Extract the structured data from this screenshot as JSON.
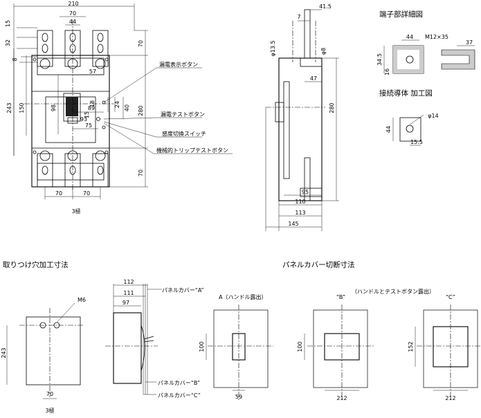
{
  "top_front": {
    "dims": {
      "w210": "210",
      "w70": "70",
      "w44": "44",
      "v15": "15",
      "v32": "32",
      "v8": "8",
      "v70a": "70",
      "w57": "57",
      "w89": "89",
      "v243": "243",
      "v150": "150",
      "v98": "98",
      "v24": "24",
      "v40": "40",
      "v18": "18",
      "w15": "15",
      "w93": "93",
      "w75": "75",
      "v280": "280",
      "v70b": "70",
      "b70a": "70",
      "b70b": "70"
    },
    "caption": "3極"
  },
  "callouts": {
    "leak_indicator": "漏電表示ボタン",
    "leak_test": "漏電テストボタン",
    "sens_switch": "感度切換スイッチ",
    "trip_test": "機械的トリップテストボタン"
  },
  "top_side": {
    "dims": {
      "v7": "7",
      "v41_5": "41.5",
      "phi13_5": "φ13.5",
      "phi8": "φ8",
      "w47": "47",
      "v280": "280",
      "w95": "95",
      "w110": "110",
      "w113": "113",
      "w145": "145"
    }
  },
  "terminal_detail": {
    "title": "端子部詳細図",
    "dims": {
      "w44": "44",
      "m12": "M12×35",
      "w37": "37",
      "v34_5": "34.5",
      "v16": "16"
    }
  },
  "conductor": {
    "title": "接続導体 加工図",
    "dims": {
      "phi14": "φ14",
      "v44": "44",
      "w15_5": "15.5"
    }
  },
  "mount": {
    "title": "取りつけ穴加工寸法",
    "dims": {
      "m6": "M6",
      "v243": "243",
      "w70": "70"
    },
    "caption": "3極"
  },
  "panel_cover": {
    "title": "パネルカバー切断寸法",
    "side_dims": {
      "w112": "112",
      "w111": "111",
      "w97": "97"
    },
    "labels": {
      "a": "パネルカバー“A”",
      "b": "パネルカバー“B”",
      "c": "パネルカバー“C”"
    },
    "a_view": {
      "label": "A（ハンドル露出）",
      "h": "100",
      "w": "59"
    },
    "b_view": {
      "label": "“B”",
      "note": "（ハンドルとテストボタン露出）",
      "h": "100",
      "w": "212"
    },
    "c_view": {
      "label": "“C”",
      "h": "152",
      "w": "212"
    }
  }
}
